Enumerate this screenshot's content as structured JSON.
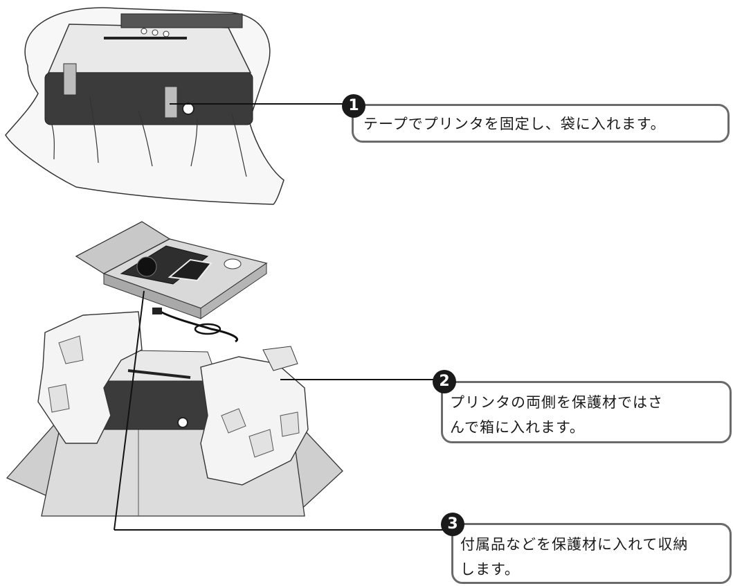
{
  "steps": [
    {
      "number": "1",
      "text": "テープでプリンタを固定し、袋に入れます。"
    },
    {
      "number": "2",
      "line1": "プリンタの両側を保護材ではさ",
      "line2": "んで箱に入れます。"
    },
    {
      "number": "3",
      "line1": "付属品などを保護材に入れて収納",
      "line2": "します。"
    }
  ]
}
